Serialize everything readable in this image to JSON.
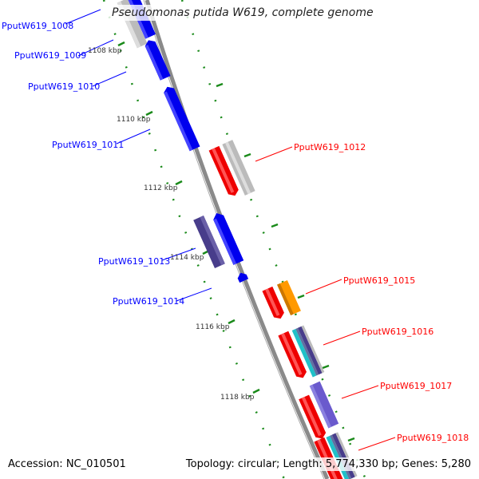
{
  "title": "Pseudomonas putida W619, complete genome",
  "accession": "Accession: NC_010501",
  "summary": "Topology: circular; Length: 5,774,330 bp; Genes: 5,280",
  "colors": {
    "forward": "#ff0000",
    "reverse": "#0000ff",
    "backbone": "#808080",
    "ticks": "#1a8a1a"
  },
  "reverse_labels": [
    "PputW619_1008",
    "PputW619_1009",
    "PputW619_1010",
    "PputW619_1011",
    "PputW619_1013",
    "PputW619_1014"
  ],
  "forward_labels": [
    "PputW619_1012",
    "PputW619_1015",
    "PputW619_1016",
    "PputW619_1017",
    "PputW619_1018"
  ],
  "tick_labels": [
    "1108 kbp",
    "1110 kbp",
    "1112 kbp",
    "1114 kbp",
    "1116 kbp",
    "1118 kbp"
  ]
}
